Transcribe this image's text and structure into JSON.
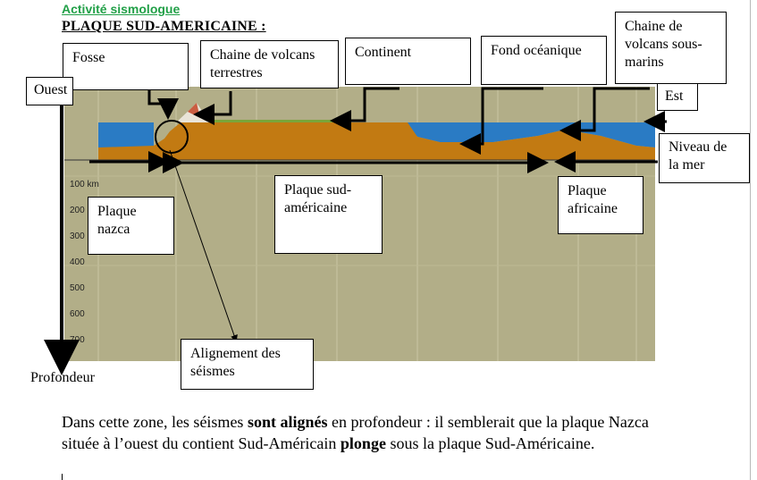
{
  "header": {
    "activity_title": "Activité sismologue",
    "plate_title": "PLAQUE SUD-AMERICAINE :"
  },
  "diagram": {
    "labels": {
      "fosse": "Fosse",
      "chaine_volcans_terrestres": "Chaine de volcans terrestres",
      "continent": "Continent",
      "fond_oceanique": "Fond océanique",
      "chaine_volcans_sous_marins": "Chaine de volcans sous-marins",
      "ouest": "Ouest",
      "est": "Est",
      "niveau_de_la_mer": "Niveau de la mer",
      "plaque_nazca": "Plaque nazca",
      "plaque_sud_americaine": "Plaque sud-américaine",
      "plaque_africaine": "Plaque africaine",
      "alignement_seismes": "Alignement des séismes",
      "profondeur": "Profondeur"
    },
    "depth_ticks": [
      "100 km",
      "200",
      "300",
      "400",
      "500",
      "600",
      "700"
    ],
    "colors": {
      "background": "#b2ae88",
      "crust": "#c27a12",
      "ocean": "#2a7bc4",
      "grid": "#c9c5a3"
    }
  },
  "paragraph": {
    "part1": "Dans cette zone, les séismes ",
    "bold1": "sont alignés",
    "part2": " en profondeur : il semblerait que la plaque Nazca située à l’ouest du contient Sud-Américain ",
    "bold2": "plonge",
    "part3": " sous la plaque Sud-Américaine."
  }
}
